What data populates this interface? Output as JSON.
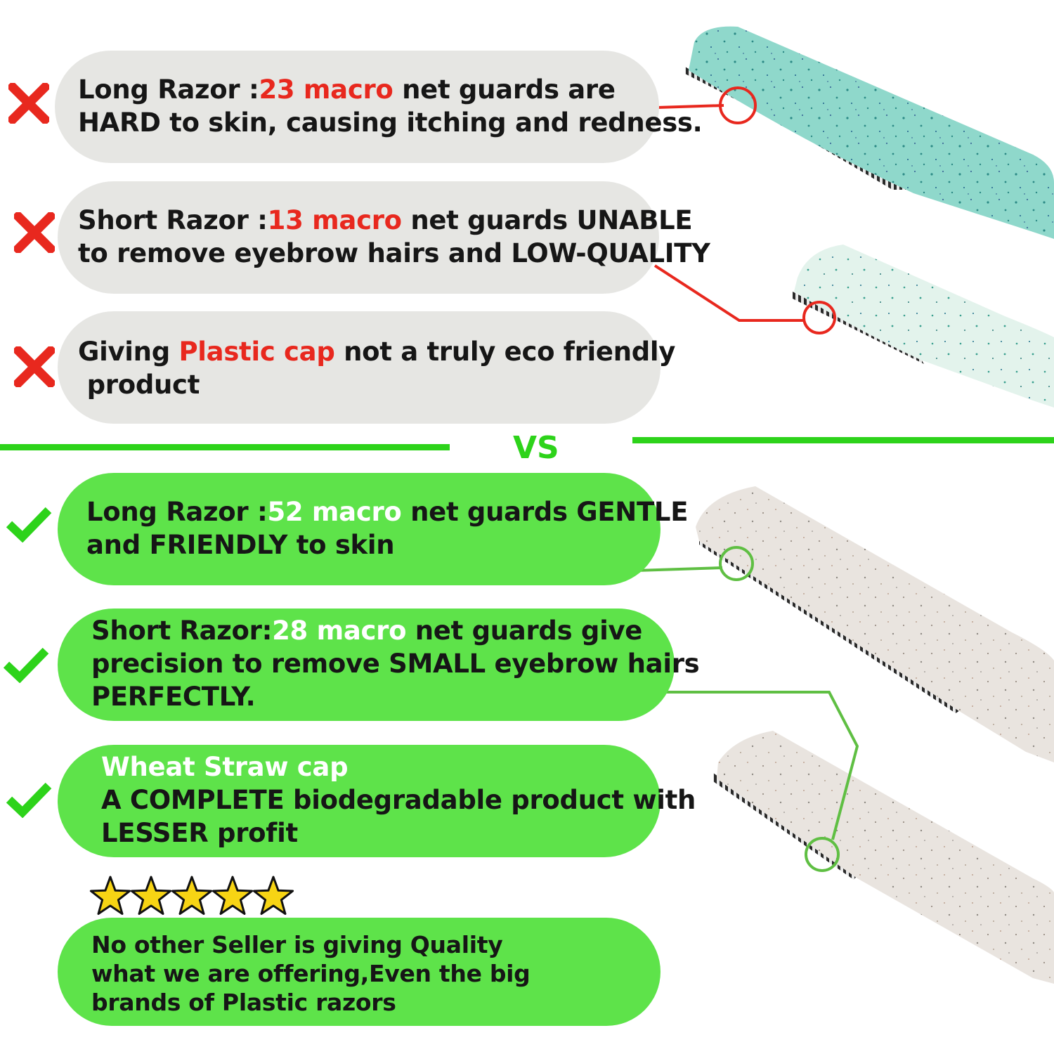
{
  "bad_points": [
    {
      "prefix": "Long Razor :",
      "highlight": "23 macro",
      "suffix": " net guards are",
      "line2": "HARD to skin, causing itching and redness."
    },
    {
      "prefix": "Short Razor :",
      "highlight": "13 macro",
      "suffix": "  net guards UNABLE",
      "line2": "to remove eyebrow hairs and LOW-QUALITY"
    },
    {
      "prefix": "Giving  ",
      "highlight": "Plastic cap",
      "suffix": " not a truly eco friendly",
      "line2": " product"
    }
  ],
  "vs_label": "VS",
  "good_points": [
    {
      "prefix": "Long Razor :",
      "highlight": "52 macro",
      "suffix": " net guards GENTLE",
      "line2": "and FRIENDLY to skin",
      "line3": ""
    },
    {
      "prefix": "Short Razor:",
      "highlight": "28 macro",
      "suffix": " net guards  give",
      "line2": "precision to remove SMALL eyebrow hairs",
      "line3": "PERFECTLY."
    },
    {
      "prefix": "",
      "highlight": "Wheat Straw cap",
      "suffix": "",
      "line2": "A COMPLETE biodegradable product with",
      "line3": "LESSER profit"
    }
  ],
  "rating": {
    "stars": 5,
    "max": 5
  },
  "seller_note": {
    "line1": "No other Seller is giving Quality",
    "line2": "what we are offering,Even the big",
    "line3": "brands of Plastic razors"
  },
  "colors": {
    "bad_accent": "#e8281e",
    "good_accent": "#2dd31a",
    "good_pill": "#5ee34a",
    "bad_pill": "#e6e6e3",
    "star_fill": "#f7d414"
  },
  "icons": {
    "bad": "cross-mark-icon",
    "good": "check-mark-icon",
    "rating": "star-icon"
  }
}
